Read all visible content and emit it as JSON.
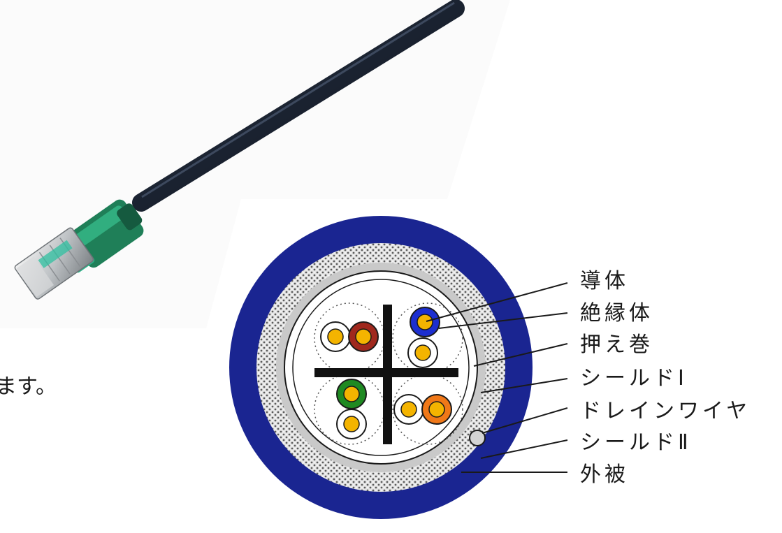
{
  "text_fragment": "ます。",
  "labels": [
    "導体",
    "絶縁体",
    "押え巻",
    "シールドⅠ",
    "ドレインワイヤ",
    "シールドⅡ",
    "外被"
  ],
  "colors": {
    "jacket": "#1a2591",
    "shield_braid": "#b8b8b8",
    "inner_shield": "#c9c9c9",
    "conductor": "#f4b400",
    "pair_blue": "#1d2fd0",
    "pair_brown": "#a0281d",
    "pair_green": "#1f8a22",
    "pair_orange": "#f07818",
    "cable_jacket": "#1d2535",
    "boot": "#1e9a6c"
  },
  "icons": [
    "lan-cable-photo",
    "cable-cross-section"
  ]
}
